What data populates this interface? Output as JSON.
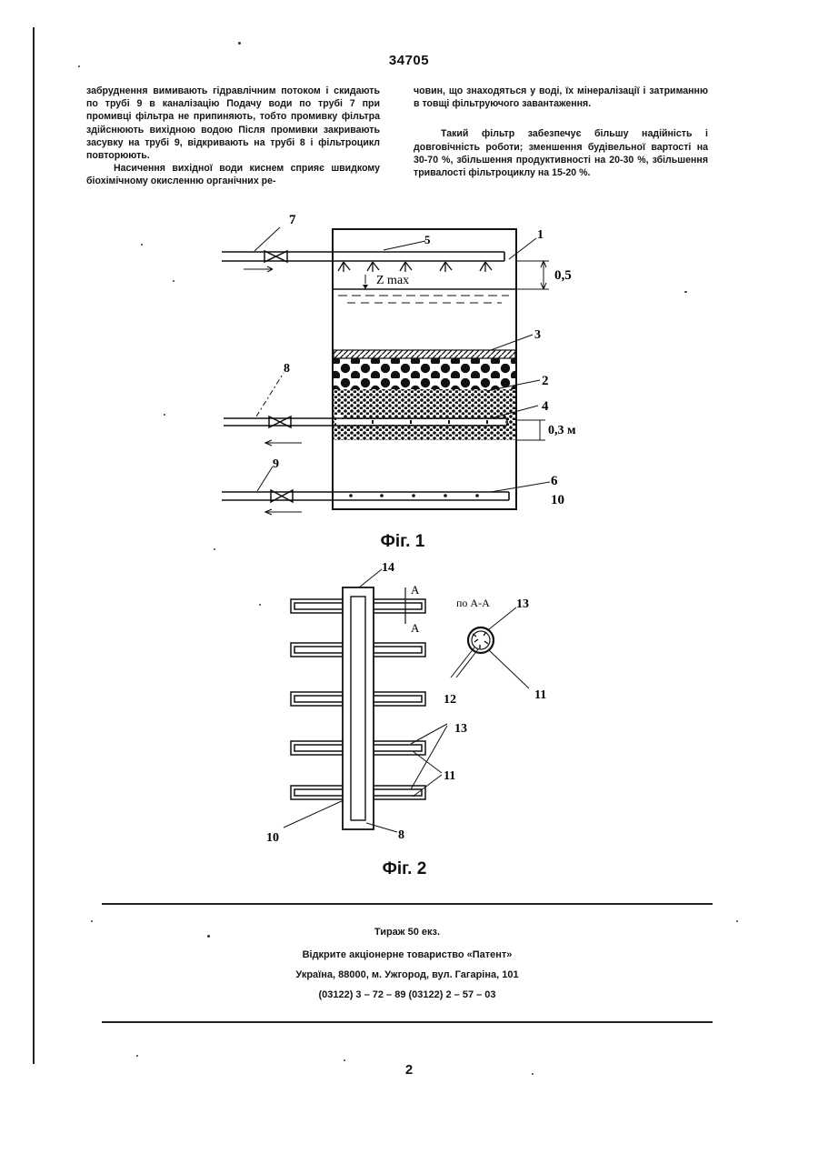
{
  "page_number": "34705",
  "left_column": {
    "p1": "забруднення вимивають гідравлічним потоком і скидають по трубі 9 в каналізацію Подачу води по трубі 7 при промивці фільтра не припиняють, тобто промивку фільтра здійснюють вихідною водою Після промивки закривають засувку на трубі 9, відкривають на трубі 8 і фільтроцикл повторюють.",
    "p2": "Насичення вихідної води киснем сприяє швидкому біохімічному окисленню органічних ре-"
  },
  "right_column": {
    "p1": "човин, що знаходяться у воді, їх мінералізації і затриманню в товщі фільтруючого завантаження.",
    "p2": "Такий фільтр забезпечує більшу надійність і довговічність роботи; зменшення будівельної вартості на 30-70 %, збільшення продуктивності на 20-30 %, збільшення тривалості фільтроциклу на 15-20 %."
  },
  "figure1": {
    "caption": "Фіг. 1",
    "labels": {
      "l1": "1",
      "l2": "2",
      "l3": "3",
      "l4": "4",
      "l5": "5",
      "l6": "6",
      "l7": "7",
      "l8": "8",
      "l9": "9",
      "l10": "10",
      "zmax": "Z max",
      "d05": "0,5",
      "d03": "0,3 м"
    }
  },
  "figure2": {
    "caption": "Фіг. 2",
    "labels": {
      "l14": "14",
      "a_top": "A",
      "a_bot": "A",
      "section": "по А-А",
      "l13a": "13",
      "l11a": "11",
      "l12": "12",
      "l13b": "13",
      "l11b": "11",
      "l10": "10",
      "l8": "8"
    }
  },
  "imprint": {
    "line1": "Тираж 50 екз.",
    "line2": "Відкрите акціонерне товариство «Патент»",
    "line3": "Україна, 88000, м. Ужгород, вул. Гагаріна, 101",
    "line4": "(03122) 3 – 72 – 89   (03122) 2 – 57 – 03"
  },
  "footer_page": "2"
}
